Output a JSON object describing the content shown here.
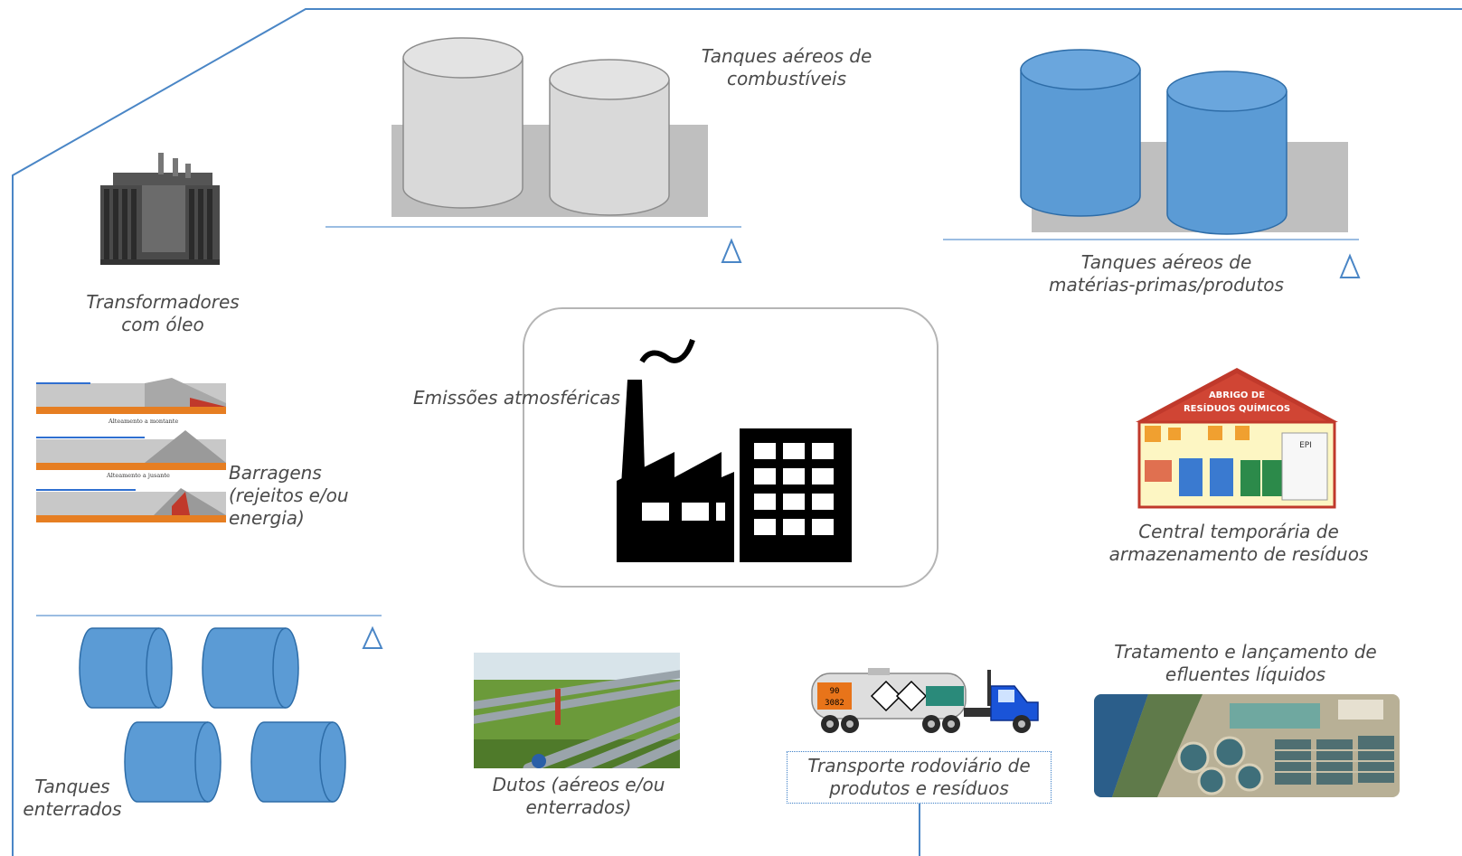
{
  "labels": {
    "fuel_tanks": [
      "Tanques aéreos de",
      "combustíveis"
    ],
    "raw_tanks": [
      "Tanques aéreos de",
      "matérias-primas/produtos"
    ],
    "transformers": [
      "Transformadores",
      "com óleo"
    ],
    "emissions": "Emissões atmosféricas",
    "dams": [
      "Barragens",
      "(rejeitos e/ou",
      "energia)"
    ],
    "waste_storage": [
      "Central temporária de",
      "armazenamento de resíduos"
    ],
    "effluents": [
      "Tratamento e lançamento de",
      "efluentes líquidos"
    ],
    "underground_tanks": [
      "Tanques",
      "enterrados"
    ],
    "pipelines": [
      "Dutos (aéreos e/ou",
      "enterrados)"
    ],
    "road_transport": [
      "Transporte rodoviário de",
      "produtos e resíduos"
    ]
  },
  "dam_diagram_captions": {
    "montante": "Alteamento a montante",
    "jusante": "Alteamento a jusante"
  },
  "shelter_sign": [
    "ABRIGO DE",
    "RESÍDUOS QUÍMICOS"
  ],
  "shelter_epi": "EPI",
  "truck_plate": [
    "90",
    "3082"
  ],
  "colors": {
    "accent_blue": "#5b9bd5",
    "line_blue": "#4a86c6",
    "tank_gray": "#d9d9d9",
    "platform_gray": "#bfbfbf",
    "shelter_red": "#c0392b"
  }
}
